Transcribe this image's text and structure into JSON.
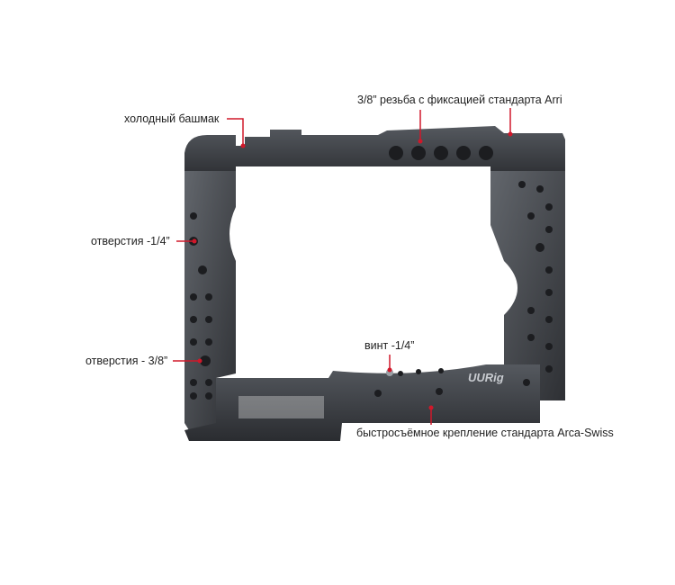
{
  "product": {
    "logo_text": "UURig"
  },
  "callouts": {
    "cold_shoe": "холодный башмак",
    "arri_thread": "3/8” резьба с фиксацией стандарта Arri",
    "holes_quarter": "отверстия -1/4”",
    "holes_three_eighths": "отверстия - 3/8”",
    "screw_quarter": "винт -1/4”",
    "arca_swiss": "быстросъёмное крепление стандарта Arca-Swiss"
  },
  "colors": {
    "leader": "#d0182a",
    "metal": "#3c3f44",
    "metal_light": "#5a5e64",
    "text": "#222222"
  }
}
